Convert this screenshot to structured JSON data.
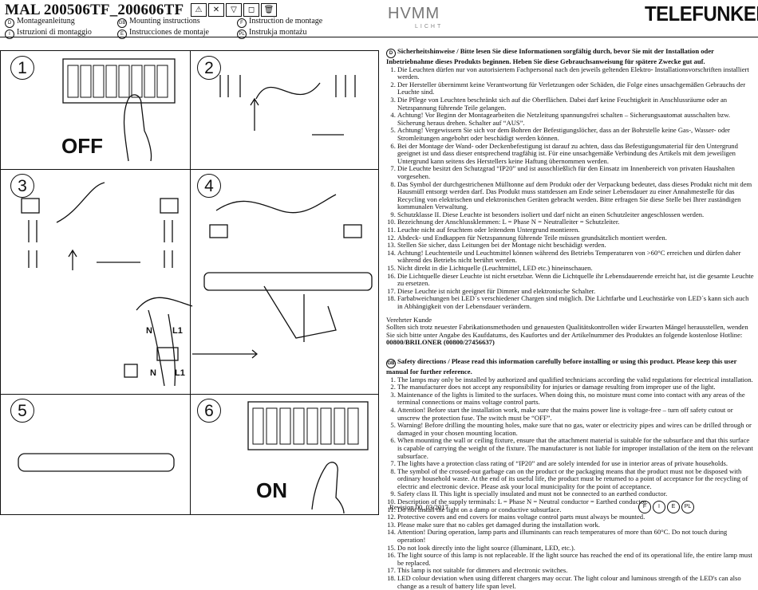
{
  "header": {
    "title": "MAL 200506TF_200606TF",
    "languages_col1": [
      {
        "code": "D",
        "label": "Montageanleitung"
      },
      {
        "code": "I",
        "label": "Istruzioni di montaggio"
      }
    ],
    "languages_col2": [
      {
        "code": "GB",
        "label": "Mounting instructions"
      },
      {
        "code": "E",
        "label": "Instrucciones de montaje"
      }
    ],
    "languages_col3": [
      {
        "code": "F",
        "label": "Instruction de montage"
      },
      {
        "code": "PL",
        "label": "Instrukja montażu"
      }
    ],
    "warning_icons": [
      "triangle-icon",
      "no-icon",
      "f-icon",
      "class2-icon",
      "bin-icon"
    ],
    "logo_hvmm": "HVMM",
    "logo_hvmm_sub": "LICHT",
    "brand": "TELEFUNKEN"
  },
  "steps": {
    "s1": "1",
    "s2": "2",
    "s3": "3",
    "s4": "4",
    "s5": "5",
    "s6": "6",
    "off_label": "OFF",
    "on_label": "ON",
    "terminal_n": "N",
    "terminal_l1": "L1",
    "terminal_n2": "N",
    "terminal_l1_2": "L1"
  },
  "german": {
    "heading": "Sicherheitshinweise / Bitte lesen Sie diese Informationen sorgfältig durch, bevor Sie mit der Installation oder Inbetriebnahme dieses Produkts beginnen. Heben Sie diese Gebrauchsanweisung für spätere Zwecke gut auf.",
    "items": [
      "Die Leuchten dürfen nur von autorisiertem Fachpersonal nach den jeweils geltenden Elektro- Installationsvorschriften installiert werden.",
      "Der Hersteller übernimmt keine Verantwortung für Verletzungen oder Schäden, die Folge eines unsachgemäßen Gebrauchs der Leuchte sind.",
      "Die Pflege von Leuchten beschränkt sich auf die Oberflächen. Dabei darf keine Feuchtigkeit in Anschlussräume oder an Netzspannung führende Teile gelangen.",
      "Achtung! Vor Beginn der Montagearbeiten die Netzleitung spannungsfrei schalten – Sicherungsautomat ausschalten bzw. Sicherung heraus drehen. Schalter auf “AUS”.",
      "Achtung! Vergewissern Sie sich vor dem Bohren der Befestigungslöcher, dass an der Bohrstelle keine Gas-, Wasser- oder Stromleitungen angebohrt oder beschädigt werden können.",
      "Bei der Montage der Wand- oder Deckenbefestigung ist darauf zu achten, dass das Befestigungsmaterial für den Untergrund geeignet ist und dass dieser entsprechend tragfähig ist. Für eine unsachgemäße Verbindung des Artikels mit dem jeweiligen Untergrund kann seitens des Herstellers keine Haftung übernommen werden.",
      "Die Leuchte besitzt den Schutzgrad “IP20” und ist ausschließlich für den Einsatz im Innenbereich von privaten Haushalten vorgesehen.",
      "Das Symbol der durchgestrichenen Mülltonne auf dem Produkt oder der Verpackung bedeutet, dass dieses Produkt nicht mit dem Hausmüll entsorgt werden darf. Das Produkt muss stattdessen am Ende seiner Lebensdauer zu einer Annahmestelle für das Recycling von elektrischen und elektronischen Geräten gebracht werden. Bitte erfragen Sie diese Stelle bei Ihrer zuständigen kommunalen Verwaltung.",
      "Schutzklasse II. Diese Leuchte ist besonders isoliert und darf nicht an einen Schutzleiter angeschlossen werden.",
      "Bezeichnung der Anschlussklemmen: L = Phase N = Neutralleiter = Schutzleiter.",
      "Leuchte nicht auf feuchtem oder leitendem Untergrund montieren.",
      "Abdeck- und Endkappen für Netzspannung führende Teile müssen grundsätzlich montiert werden.",
      "Stellen Sie sicher, dass Leitungen bei der Montage nicht beschädigt werden.",
      "Achtung! Leuchtenteile und Leuchtmittel können während des Betriebs Temperaturen von >60°C erreichen und dürfen daher während des Betriebs nicht berührt werden.",
      "Nicht direkt in die Lichtquelle (Leuchtmittel, LED etc.) hineinschauen.",
      "Die Lichtquelle dieser Leuchte ist nicht ersetzbar. Wenn die Lichtquelle ihr Lebensdauerende erreicht hat, ist die gesamte Leuchte zu ersetzen.",
      "Diese Leuchte ist nicht geeignet für Dimmer und elektronische Schalter.",
      "Farbabweichungen bei LED´s verschiedener Chargen sind möglich. Die Lichtfarbe und Leuchtstärke von LED´s kann sich auch in Abhängigkeit von der Lebensdauer verändern."
    ],
    "note_title": "Verehrter Kunde",
    "note_body": "Sollten sich trotz neuester Fabrikationsmethoden und genauesten Qualitätskontrollen wider Erwarten Mängel herausstellen, wenden Sie sich bitte unter Angabe des Kaufdatums, des Kaufortes und der Artikelnummer des Produktes an folgende kostenlose Hotline:",
    "hotline": "00800/BRILONER (00800/27456637)"
  },
  "english": {
    "heading": "Safety directions / Please read this information carefully before installing or using this product. Please keep this user manual for further reference.",
    "items": [
      "The lamps may only be installed by authorized and qualified technicians according the valid regulations for electrical installation.",
      "The manufacturer does not accept any responsibility for injuries or damage resulting from improper use of the light.",
      "Maintenance of the lights is limited to the surfaces. When doing this, no moisture must come into contact with any areas of the terminal connections or mains voltage control parts.",
      "Attention! Before start the installation work, make sure that the mains power line is voltage-free – turn off safety cutout or unscrew the protection fuse. The switch must be “OFF”.",
      "Warning! Before drilling the mounting holes, make sure that no gas, water or electricity pipes and wires can be drilled through or damaged in your chosen mounting location.",
      "When mounting the wall or ceiling fixture, ensure that the attachment material is suitable for the subsurface and that this surface is capable of carrying the weight of the fixture. The manufacturer is not liable for improper installation of the item on the relevant subsurface.",
      "The lights have a protection class rating of “IP20” and are solely intended for use in interior areas of private households.",
      "The symbol of the crossed-out garbage can on the product or the packaging means that the product must not be disposed with ordinary household waste. At the end of its useful life, the product must be returned to a point of acceptance for the recycling of electric and electronic device. Please ask your local municipality for the point of acceptance.",
      "Safety class II. This light is specially insulated and must not be connected to an earthed conductor.",
      "Description of the supply terminals: L = Phase N = Neutral conductor = Earthed conductor.",
      "Do not install the light on a damp or conductive subsurface.",
      "Protective covers and end covers for mains voltage control parts must always be mounted.",
      "Please make sure that no cables get damaged during the installation work.",
      "Attention! During operation, lamp parts and illuminants can reach temperatures of more than 60°C. Do not touch during operation!",
      "Do not look directly into the light source (illuminant, LED, etc.).",
      "The light source of this lamp is not replaceable. If the light source has reached the end of its operational life, the entire lamp must be replaced.",
      "This lamp is not suitable for dimmers and electronic switches.",
      "LED colour deviation when using different chargers may occur. The light colour and luminous strength of the LED's can also change as a result of battery life span level."
    ]
  },
  "footer": {
    "revision": "Revision 00_03/2017",
    "langs": [
      "F",
      "I",
      "E",
      "PL"
    ]
  },
  "colors": {
    "ink": "#111111",
    "logo_grey": "#777777"
  }
}
